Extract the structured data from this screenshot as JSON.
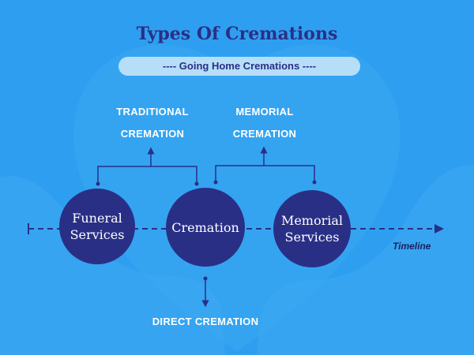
{
  "title": "Types Of Cremations",
  "subtitle": "---- Going Home Cremations ----",
  "branches": {
    "traditional": {
      "line1": "TRADITIONAL",
      "line2": "CREMATION"
    },
    "memorial": {
      "line1": "MEMORIAL",
      "line2": "CREMATION"
    },
    "direct": "DIRECT CREMATION"
  },
  "nodes": {
    "funeral": {
      "line1": "Funeral",
      "line2": "Services"
    },
    "cremation": "Cremation",
    "memorial": {
      "line1": "Memorial",
      "line2": "Services"
    }
  },
  "timeline_label": "Timeline",
  "colors": {
    "background": "#2e9ff0",
    "node": "#2a2f86",
    "title": "#2b2f86",
    "pill": "#b7def8",
    "line": "#2a2f86"
  }
}
